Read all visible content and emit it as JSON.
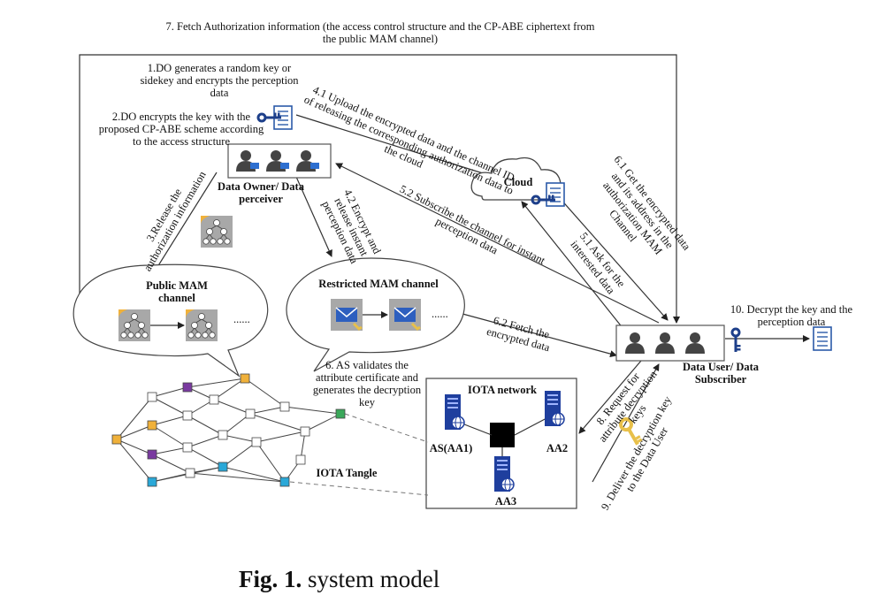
{
  "steps": {
    "s7": "7. Fetch  Authorization information (the access control structure and the CP-ABE ciphertext from the public MAM channel)",
    "s1": "1.DO generates a random key or sidekey and encrypts the perception data",
    "s2": "2.DO encrypts the key with the proposed CP-ABE scheme according to the access structure",
    "s41": "4.1 Upload the encrypted data and the channel ID of releasing the corresponding authorization data to the cloud",
    "s3": "3.Release the authorization information",
    "s42": "4.2 Encrypt and release instant perception data",
    "s52": "5.2 Subscribe the channel for  instant perception data",
    "s51": "5.1 Ask for the interested data",
    "s61": "6.1 Get  the encrypted data and its address in the authorization MAM Channel",
    "s62": "6.2 Fetch  the encrypted data",
    "s6": "6. AS validates the attribute certificate and generates the decryption key",
    "s8": "8. Request for attribute decryption keys",
    "s9": "9. Deliver the decryption key to the Data User",
    "s10": "10. Decrypt the key and the perception data"
  },
  "nodes": {
    "cloud": "Cloud",
    "data_owner": "Data Owner/ Data perceiver",
    "data_user": "Data User/ Data Subscriber",
    "public_mam": "Public MAM channel",
    "restricted_mam": "Restricted MAM channel",
    "iota_network": "IOTA network",
    "iota_tangle": "IOTA Tangle",
    "as_aa1": "AS(AA1)",
    "aa2": "AA2",
    "aa3": "AA3",
    "ellipsis_public": "......",
    "ellipsis_restricted": "......"
  },
  "caption": {
    "prefix": "Fig. 1.",
    "text": " system model"
  },
  "colors": {
    "server_blue": "#1f3f9e",
    "key_blue": "#1d3f8a",
    "key_yellow": "#e8c04a",
    "tile_gray": "#a8a8a8",
    "tangle_orange": "#f0b13a",
    "tangle_purple": "#7a3aa0",
    "tangle_cyan": "#2aa8d8",
    "tangle_green": "#3aa85a",
    "person_dark": "#444444"
  }
}
